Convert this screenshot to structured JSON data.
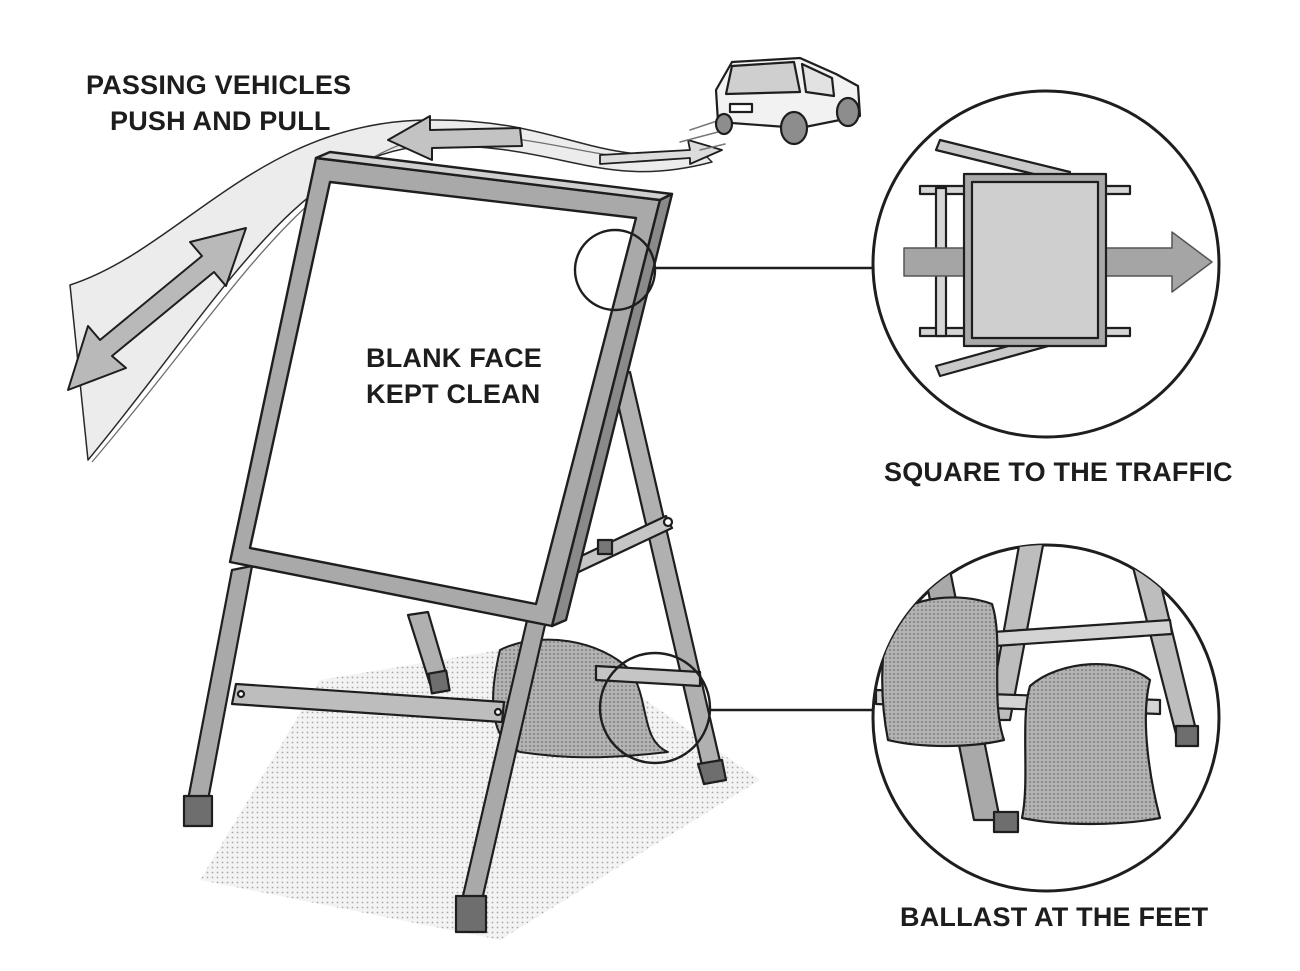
{
  "labels": {
    "vehicles_line1": "PASSING VEHICLES",
    "vehicles_line2": "PUSH AND PULL",
    "face_line1": "BLANK FACE",
    "face_line2": "KEPT CLEAN",
    "traffic": "SQUARE TO THE TRAFFIC",
    "ballast": "BALLAST AT THE FEET"
  },
  "colors": {
    "ink": "#1e1e1e",
    "frame": "#a9a9a9",
    "board": "#ffffff",
    "arrow": "#b9b9b9",
    "wind": "#e6e6e6",
    "shadow": "#dedede",
    "bag": "#a4a4a4"
  },
  "icons": {
    "car": "car-icon",
    "wind": "wind-arrow-icon",
    "sandbag": "sandbag-icon"
  }
}
